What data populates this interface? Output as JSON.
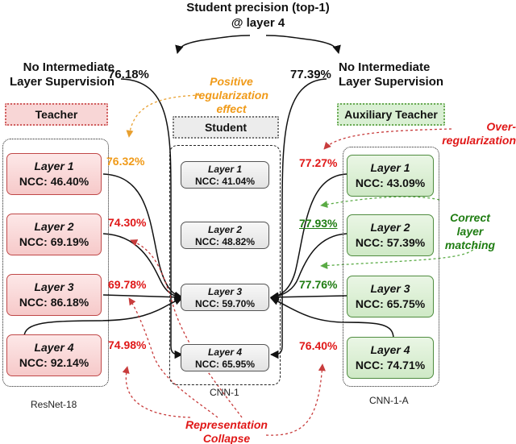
{
  "title": {
    "line1": "Student precision (top-1)",
    "line2": "@ layer 4"
  },
  "left_no_supervision": {
    "line1": "No Intermediate",
    "line2": "Layer Supervision",
    "precision": "76.18%"
  },
  "right_no_supervision": {
    "line1": "No Intermediate",
    "line2": "Layer Supervision",
    "precision": "77.39%"
  },
  "headers": {
    "teacher": "Teacher",
    "student": "Student",
    "auxiliary": "Auxiliary Teacher"
  },
  "teacher_layers": [
    {
      "name": "Layer 1",
      "ncc": "NCC: 46.40%",
      "student_acc": "76.32%"
    },
    {
      "name": "Layer 2",
      "ncc": "NCC: 69.19%",
      "student_acc": "74.30%"
    },
    {
      "name": "Layer 3",
      "ncc": "NCC: 86.18%",
      "student_acc": "69.78%"
    },
    {
      "name": "Layer 4",
      "ncc": "NCC: 92.14%",
      "student_acc": "74.98%"
    }
  ],
  "student_layers": [
    {
      "name": "Layer 1",
      "ncc": "NCC: 41.04%"
    },
    {
      "name": "Layer 2",
      "ncc": "NCC: 48.82%"
    },
    {
      "name": "Layer 3",
      "ncc": "NCC: 59.70%"
    },
    {
      "name": "Layer 4",
      "ncc": "NCC: 65.95%"
    }
  ],
  "aux_layers": [
    {
      "name": "Layer 1",
      "ncc": "NCC: 43.09%",
      "student_acc": "77.27%"
    },
    {
      "name": "Layer 2",
      "ncc": "NCC: 57.39%",
      "student_acc": "77.93%"
    },
    {
      "name": "Layer 3",
      "ncc": "NCC: 65.75%",
      "student_acc": "77.76%"
    },
    {
      "name": "Layer 4",
      "ncc": "NCC: 74.71%",
      "student_acc": "76.40%"
    }
  ],
  "annotations": {
    "positive_reg": {
      "line1": "Positive",
      "line2": "regularization",
      "line3": "effect"
    },
    "over_reg": {
      "line1": "Over-",
      "line2": "regularization"
    },
    "correct_match": {
      "line1": "Correct",
      "line2": "layer",
      "line3": "matching"
    },
    "collapse": {
      "line1": "Representation",
      "line2": "Collapse"
    }
  },
  "captions": {
    "teacher": "ResNet-18",
    "student": "CNN-1",
    "auxiliary": "CNN-1-A"
  },
  "colors": {
    "red": "#e01818",
    "orange": "#f09a18",
    "green": "#1f7d12",
    "teacher_fill": "#f6c9c9",
    "aux_fill": "#cfe9c6",
    "student_fill": "#e3e3e3"
  }
}
